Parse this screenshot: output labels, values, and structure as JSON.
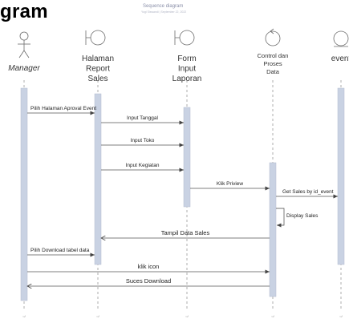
{
  "header": {
    "title_fragment": "gram",
    "diagram_title": "Sequence diagram",
    "diagram_subtitle": "Yogi Siswandi  |  September 22, 2022"
  },
  "participants": [
    {
      "id": "manager",
      "label": "Manager",
      "kind": "actor"
    },
    {
      "id": "halaman",
      "label": "Halaman\nReport\nSales",
      "kind": "boundary"
    },
    {
      "id": "form",
      "label": "Form\nInput\nLaporan",
      "kind": "boundary"
    },
    {
      "id": "control",
      "label": "Control dan\nProses\nData",
      "kind": "control"
    },
    {
      "id": "event",
      "label": "event",
      "kind": "entity"
    }
  ],
  "messages": [
    {
      "from": "manager",
      "to": "halaman",
      "label": "Pilih Halaman Aproval Event",
      "type": "sync"
    },
    {
      "from": "halaman",
      "to": "form",
      "label": "Input Tanggal",
      "type": "sync"
    },
    {
      "from": "halaman",
      "to": "form",
      "label": "Input Toko",
      "type": "sync"
    },
    {
      "from": "halaman",
      "to": "form",
      "label": "Input Kegiatan",
      "type": "sync"
    },
    {
      "from": "form",
      "to": "control",
      "label": "Klik Priview",
      "type": "sync"
    },
    {
      "from": "control",
      "to": "event",
      "label": "Get Sales by id_event",
      "type": "sync"
    },
    {
      "from": "control",
      "to": "control",
      "label": "Display Sales",
      "type": "self"
    },
    {
      "from": "control",
      "to": "halaman",
      "label": "Tampil Data Sales",
      "type": "return"
    },
    {
      "from": "manager",
      "to": "halaman",
      "label": "Pilih Download tabel data",
      "type": "sync"
    },
    {
      "from": "manager",
      "to": "control",
      "label": "klik icon",
      "type": "sync"
    },
    {
      "from": "control",
      "to": "manager",
      "label": "Suces Download",
      "type": "return"
    }
  ],
  "lifeline_footer": "○/"
}
